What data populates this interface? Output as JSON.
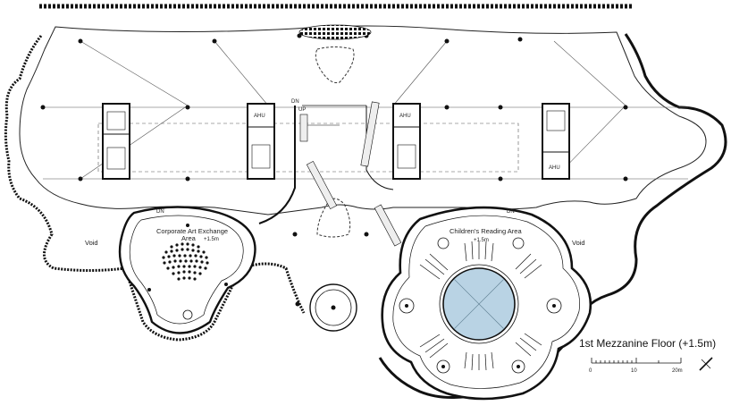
{
  "drawing": {
    "title": "1st Mezzanine Floor (+1.5m)",
    "colors": {
      "line": "#1a1a1a",
      "void_water": "#b9d3e4",
      "background": "#ffffff"
    }
  },
  "labels": {
    "corporate_area": "Corporate Art Exchange Area",
    "corporate_area_line1": "Corporate Art Exchange",
    "corporate_area_line2": "Area",
    "corporate_level": "+1.5m",
    "children_area": "Children's Reading Area",
    "children_level": "+1.5m",
    "void_left": "Void",
    "void_right": "Void",
    "ahu_1": "AHU",
    "ahu_2": "AHU",
    "ahu_3": "AHU",
    "dn_stair": "DN",
    "up_stair": "UP",
    "dn_corporate": "DN",
    "dn_children": "DN"
  },
  "scale_bar": {
    "ticks": [
      "0",
      "10",
      "20m"
    ],
    "north_icon": "north-arrow-icon"
  }
}
